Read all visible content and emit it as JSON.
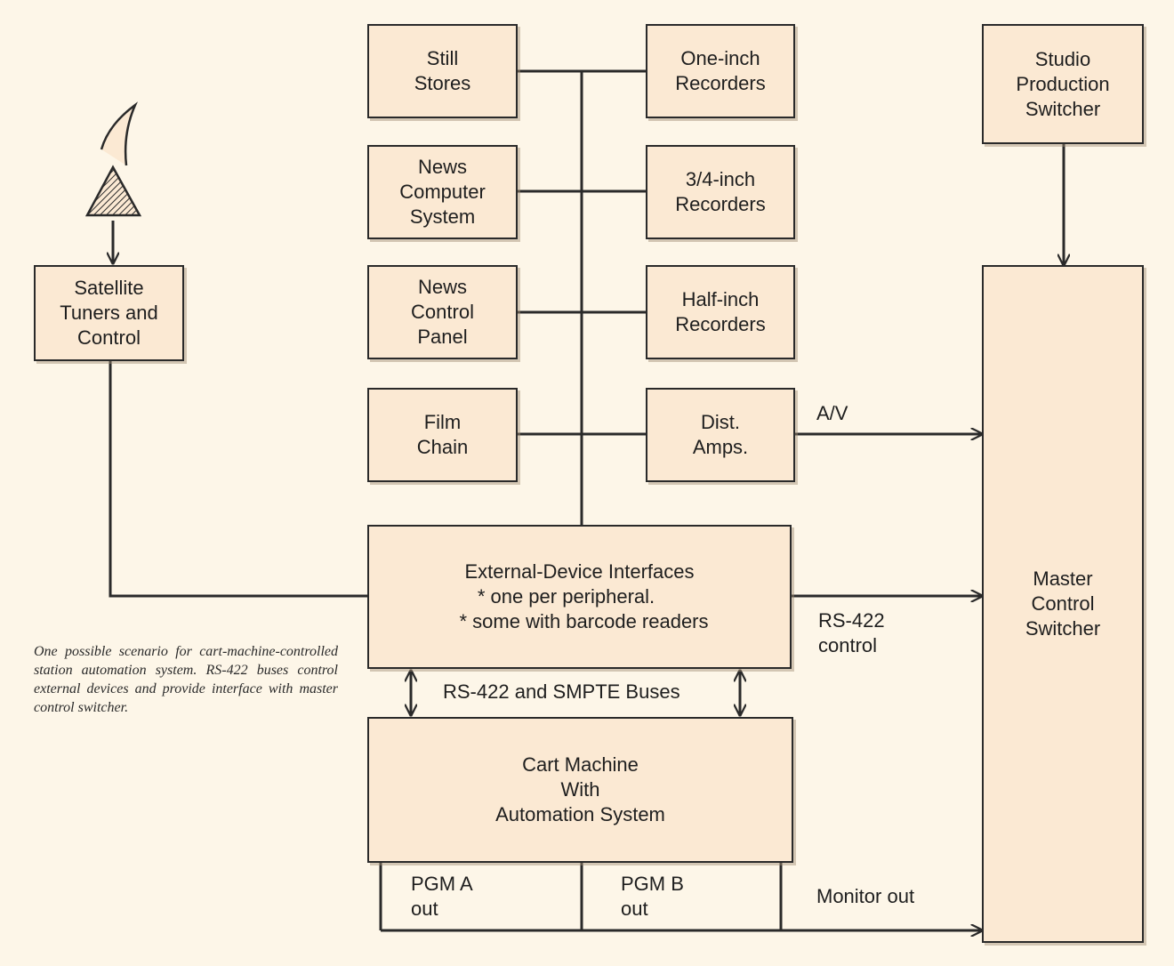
{
  "boxes": {
    "still_stores": [
      "Still",
      "Stores"
    ],
    "one_inch": [
      "One-inch",
      "Recorders"
    ],
    "studio_switcher": [
      "Studio",
      "Production",
      "Switcher"
    ],
    "news_computer": [
      "News",
      "Computer",
      "System"
    ],
    "three_quarter": [
      "3/4-inch",
      "Recorders"
    ],
    "satellite": [
      "Satellite",
      "Tuners and",
      "Control"
    ],
    "news_panel": [
      "News",
      "Control",
      "Panel"
    ],
    "half_inch": [
      "Half-inch",
      "Recorders"
    ],
    "film_chain": [
      "Film",
      "Chain"
    ],
    "dist_amps": [
      "Dist.",
      "Amps."
    ],
    "master_switcher": [
      "Master",
      "Control",
      "Switcher"
    ],
    "interfaces": [
      "External-Device Interfaces",
      "* one per peripheral.",
      "* some with barcode readers"
    ],
    "cart_machine": [
      "Cart Machine",
      "With",
      "Automation System"
    ],
    "pgm_a": [
      "PGM A",
      "out"
    ],
    "pgm_b": [
      "PGM B",
      "out"
    ]
  },
  "labels": {
    "av": "A/V",
    "rs422": "RS-422",
    "control": "control",
    "buses": "RS-422 and SMPTE Buses",
    "monitor_out": "Monitor out"
  },
  "caption": "One possible scenario for cart-machine-controlled station automation system. RS-422 buses control external devices and provide interface with master control switcher.",
  "colors": {
    "background": "#fdf6e8",
    "box_fill": "#fbe9d3",
    "line": "#2a2a2a"
  }
}
